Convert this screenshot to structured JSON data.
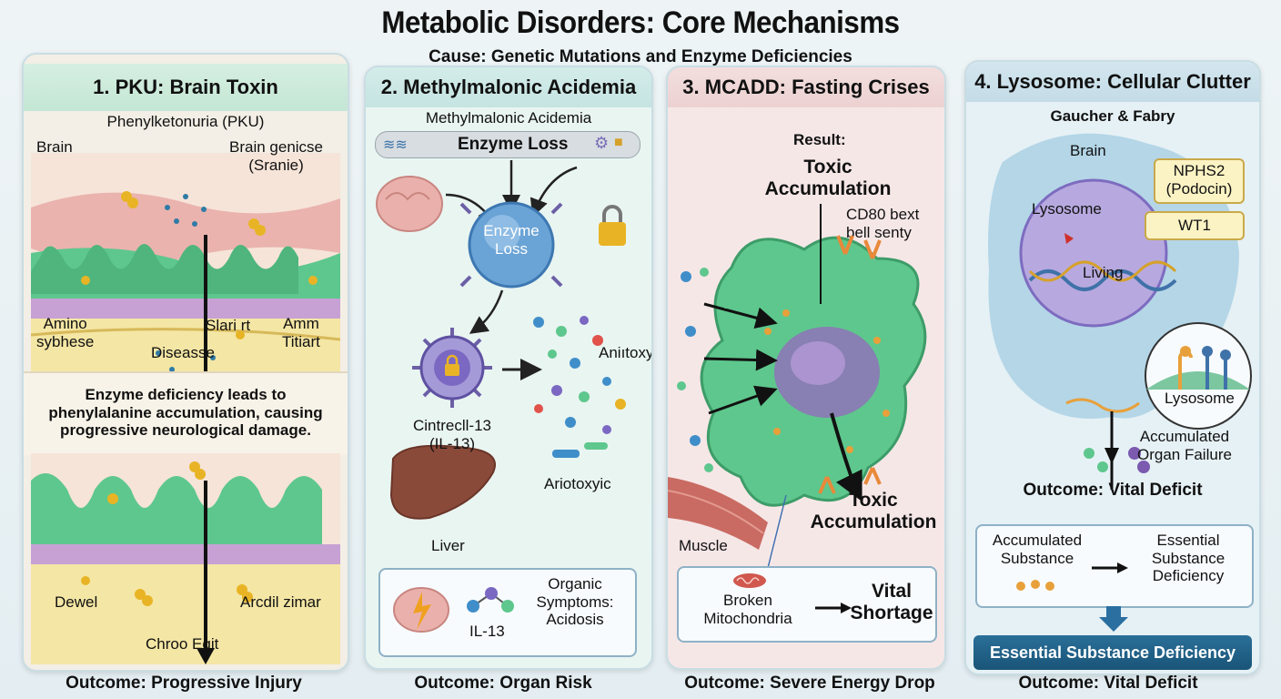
{
  "title": "Metabolic Disorders: Core Mechanisms",
  "cause": "Cause: Genetic Mutations and Enzyme Deficiencies",
  "colors": {
    "accent_green": "#5fc98e",
    "brain_pink": "#e9b1ae",
    "lysosome_purple": "#a99ad6",
    "banner_blue": "#1f5f82"
  },
  "panels": [
    {
      "header": "1. PKU: Brain Toxin",
      "subtitle": "Phenylketonuria (PKU)",
      "labels": {
        "brain": "Brain",
        "brain_genicse": "Brain genicse\n(Sranie)",
        "amino": "Amino\nsybhese",
        "slari": "Slari rt",
        "amm": "Amm\nTitiart",
        "disease": "Diseasse",
        "dewel": "Dewel",
        "arcdil": "Arcdil zimar",
        "chroo": "Chroo Egit"
      },
      "description": "Enzyme deficiency leads to\nphenylalanine accumulation, causing\nprogressive neurological damage.",
      "outcome": "Outcome: Progressive Injury"
    },
    {
      "header": "2. Methylmalonic Acidemia",
      "subtitle": "Methylmalonic Acidemia",
      "enzyme_loss_label": "Enzyme Loss",
      "enzyme_core": "Enzyme\nLoss",
      "cintrecll": "Cintrecll-13\n(IL-13)",
      "anitoxyin": "Aniıtoxyin",
      "ariotoxyic": "Ariotoxyic",
      "liver": "Liver",
      "box": {
        "il13": "IL-13",
        "symptoms": "Organic\nSymptoms:\nAcidosis"
      },
      "outcome": "Outcome: Organ Risk"
    },
    {
      "header": "3. MCADD: Fasting Crises",
      "result": "Result:",
      "toxic_top": "Toxic\nAccumulation",
      "cd80": "CD80 bext\nbell senty",
      "toxic_mid": "Toxic\nAccumulation",
      "muscle": "Muscle",
      "box": {
        "broken": "Broken\nMitochondria",
        "vital": "Vital\nShortage"
      },
      "outcome": "Outcome: Severe Energy Drop"
    },
    {
      "header": "4. Lysosome: Cellular Clutter",
      "subtitle": "Gaucher & Fabry",
      "brain": "Brain",
      "lysosome_inner": "Lysosome",
      "living": "Living",
      "nphs2": "NPHS2\n(Podocin)",
      "wt1": "WT1",
      "lysosome_zoom": "Lysosome",
      "accumulated_organ": "Accumulated\nOrgan Failure",
      "outcome_inner": "Outcome: Vital Deficit",
      "box": {
        "accumulated": "Accumulated\nSubstance",
        "essential": "Essential\nSubstance\nDeficiency"
      },
      "banner": "Essential Substance Deficiency",
      "outcome": "Outcome: Vital Deficit"
    }
  ]
}
